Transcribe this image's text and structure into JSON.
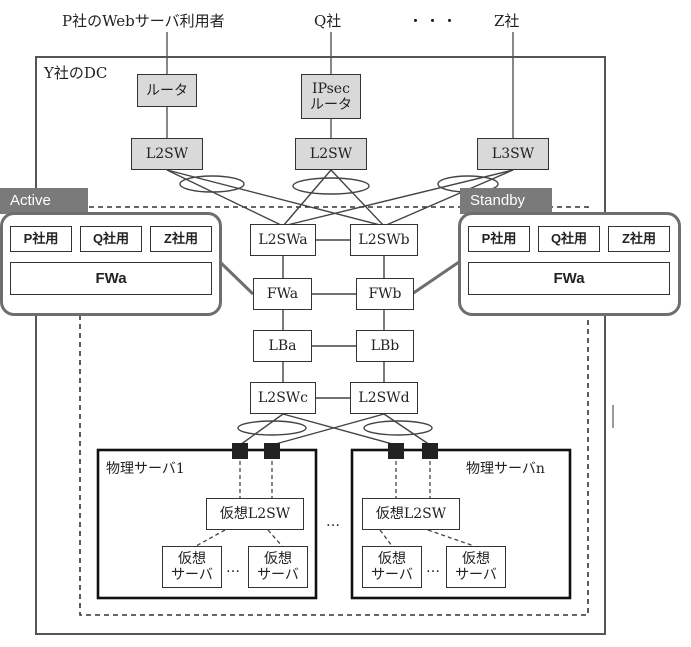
{
  "top_labels": {
    "p_users": "P社のWebサーバ利用者",
    "q": "Q社",
    "dots": "・・・",
    "z": "Z社"
  },
  "dc_label": "Y社のDC",
  "nodes": {
    "router": "ルータ",
    "ipsec_router_line1": "IPsec",
    "ipsec_router_line2": "ルータ",
    "l2sw_left": "L2SW",
    "l2sw_mid": "L2SW",
    "l3sw": "L3SW",
    "l2swa": "L2SWa",
    "l2swb": "L2SWb",
    "fwa": "FWa",
    "fwb": "FWb",
    "lba": "LBa",
    "lbb": "LBb",
    "l2swc": "L2SWc",
    "l2swd": "L2SWd"
  },
  "servers": {
    "server1_title": "物理サーバ1",
    "servern_title": "物理サーバn",
    "virtual_l2sw": "仮想L2SW",
    "virtual_server_line1": "仮想",
    "virtual_server_line2": "サーバ",
    "dots": "…"
  },
  "callouts": {
    "active": {
      "tag": "Active",
      "vsys": [
        "P社用",
        "Q社用",
        "Z社用"
      ],
      "fw": "FWa"
    },
    "standby": {
      "tag": "Standby",
      "vsys": [
        "P社用",
        "Q社用",
        "Z社用"
      ],
      "fw": "FWa"
    }
  }
}
